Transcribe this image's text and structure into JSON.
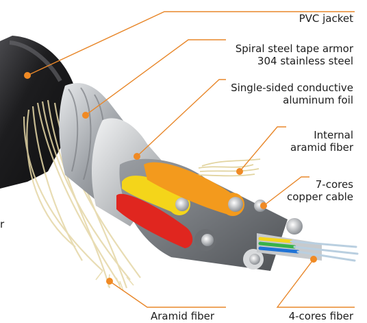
{
  "labels": {
    "pvc_jacket": "PVC jacket",
    "steel_armor_line1": "Spiral steel tape armor",
    "steel_armor_line2": "304 stainless steel",
    "foil_line1": "Single-sided conductive",
    "foil_line2": "aluminum foil",
    "internal_aramid_line1": "Internal",
    "internal_aramid_line2": "aramid fiber",
    "copper_line1": "7-cores",
    "copper_line2": "copper cable",
    "aramid_fiber": "Aramid fiber",
    "fiber_4core": "4-cores fiber",
    "edge_fragment": "r"
  },
  "colors": {
    "leader_line": "#e8872a",
    "leader_dot": "#f08a24",
    "jacket": "#1d1d1f",
    "steel": "#b9bcc0",
    "foil": "#d6d8da",
    "aramid": "#e5d7a6",
    "core_yellow": "#f4d51a",
    "core_orange": "#f39a1d",
    "core_red": "#e0261f",
    "fiber_blue": "#1f73d6",
    "fiber_green": "#37b24a"
  }
}
